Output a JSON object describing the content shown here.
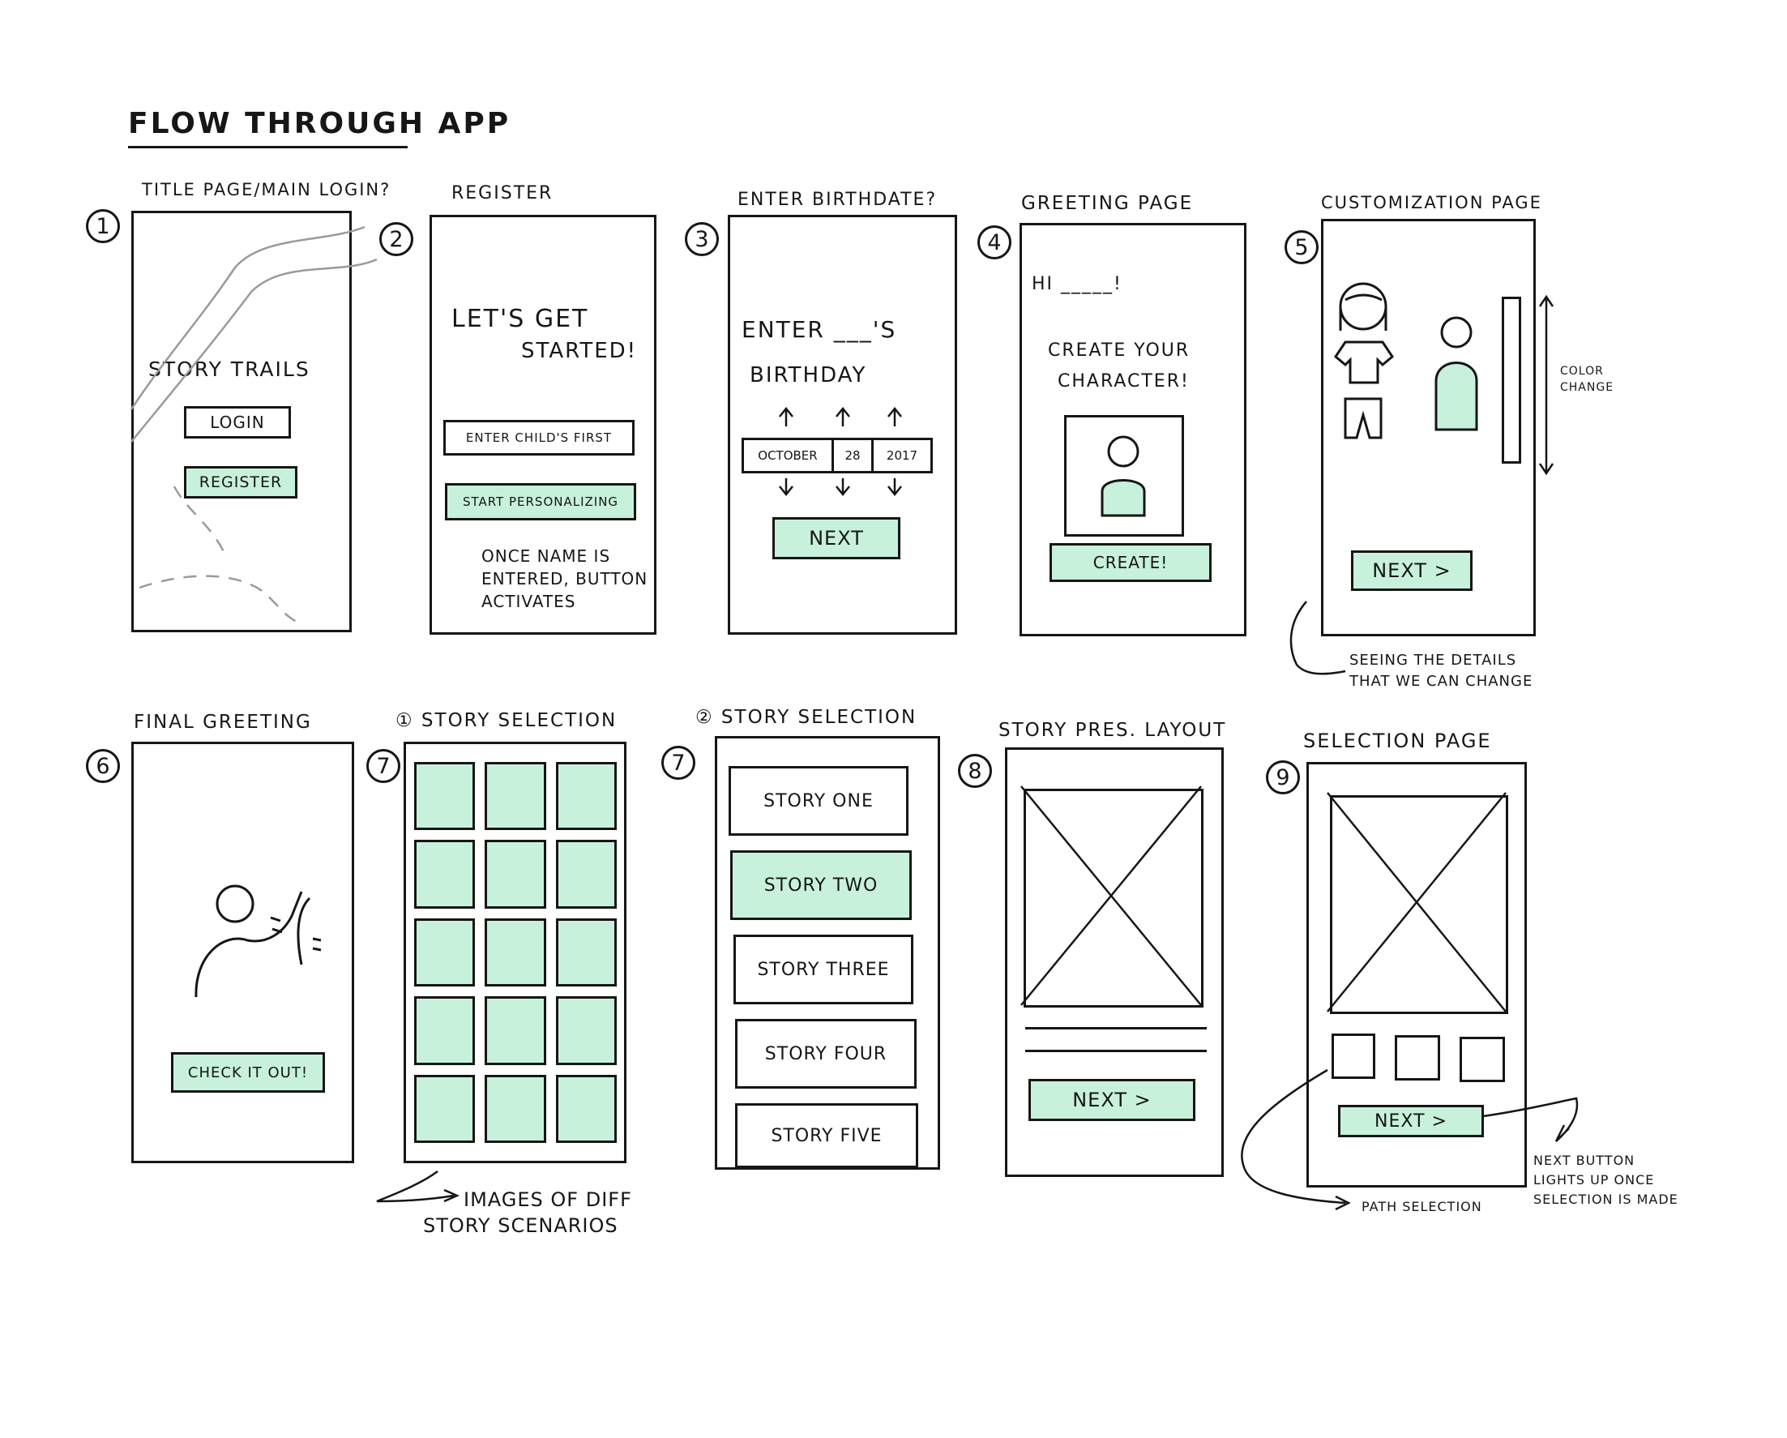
{
  "page_title": "FLOW THROUGH APP",
  "screens": [
    {
      "number": "1",
      "caption": "TITLE PAGE/MAIN LOGIN?",
      "app_title": "STORY TRAILS",
      "login_label": "LOGIN",
      "register_label": "REGISTER"
    },
    {
      "number": "2",
      "caption": "REGISTER",
      "heading_line1": "LET'S GET",
      "heading_line2": "STARTED!",
      "name_input": "ENTER CHILD'S FIRST",
      "start_label": "START PERSONALIZING",
      "note": [
        "ONCE NAME IS",
        "ENTERED, BUTTON",
        "ACTIVATES"
      ]
    },
    {
      "number": "3",
      "caption": "ENTER BIRTHDATE?",
      "heading_line1": "ENTER ___'S",
      "heading_line2": "BIRTHDAY",
      "month": "OCTOBER",
      "day": "28",
      "year": "2017",
      "next_label": "NEXT"
    },
    {
      "number": "4",
      "caption": "GREETING PAGE",
      "greeting": "HI _____!",
      "heading_line1": "CREATE YOUR",
      "heading_line2": "CHARACTER!",
      "create_label": "CREATE!"
    },
    {
      "number": "5",
      "caption": "CUSTOMIZATION PAGE",
      "side_note": [
        "COLOR",
        "CHANGE"
      ],
      "next_label": "NEXT >",
      "note": [
        "SEEING THE DETAILS",
        "THAT WE CAN CHANGE"
      ]
    },
    {
      "number": "6",
      "caption": "FINAL GREETING",
      "check_label": "CHECK IT OUT!"
    },
    {
      "number": "7",
      "caption": "① STORY SELECTION",
      "note": [
        "IMAGES OF DIFF",
        "STORY SCENARIOS"
      ]
    },
    {
      "number": "7",
      "caption": "② STORY SELECTION",
      "stories": [
        "STORY ONE",
        "STORY TWO",
        "STORY THREE",
        "STORY FOUR",
        "STORY FIVE"
      ]
    },
    {
      "number": "8",
      "caption": "STORY PRES. LAYOUT",
      "next_label": "NEXT >"
    },
    {
      "number": "9",
      "caption": "SELECTION PAGE",
      "next_label": "NEXT >",
      "note_right": [
        "NEXT BUTTON",
        "LIGHTS UP ONCE",
        "SELECTION IS MADE"
      ],
      "note_bottom": "PATH SELECTION"
    }
  ],
  "colors": {
    "ink": "#161616",
    "highlight": "#c8f1dc",
    "sketch_gray": "#9a9a9a"
  }
}
